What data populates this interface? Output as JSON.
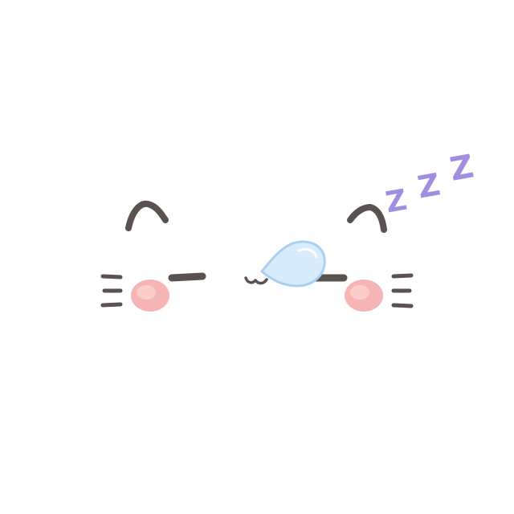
{
  "illustration": {
    "subject": "sleeping-cat-face",
    "sleep_letters": [
      "Z",
      "Z",
      "Z"
    ],
    "colors": {
      "background": "#ffffff",
      "line": "#5a5250",
      "blush": "#f6b4b4",
      "blush_highlight": "#fbd3d0",
      "bubble_fill": "#d9ecfb",
      "bubble_edge": "#a9d0f0",
      "sleep_letters": "#a18ee0"
    },
    "icons": {
      "left_ear": "left-ear-icon",
      "right_ear": "right-ear-icon",
      "left_eye": "closed-eye-left-icon",
      "right_eye": "closed-eye-right-icon",
      "mouth": "cat-mouth-icon",
      "bubble": "snot-bubble-icon"
    }
  }
}
